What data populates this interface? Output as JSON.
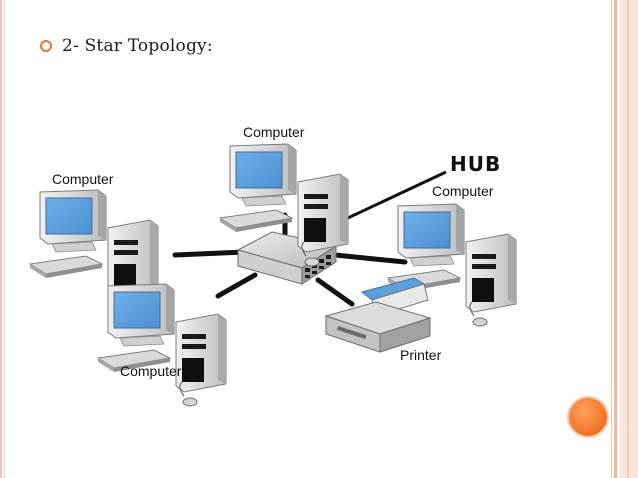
{
  "slide": {
    "bullet_text": "2- Star Topology:"
  },
  "diagram": {
    "hub_label": "HUB",
    "nodes": [
      {
        "label": "Computer"
      },
      {
        "label": "Computer"
      },
      {
        "label": "Computer"
      },
      {
        "label": "Computer"
      },
      {
        "label": "Printer"
      }
    ]
  },
  "colors": {
    "accent": "#f57c2f",
    "screen": "#5b9fdc",
    "case_light": "#e4e4e4",
    "case_dark": "#9a9a9a"
  },
  "icons": {
    "bullet": "hollow-circle-bullet-icon",
    "nav": "orange-circle-icon"
  }
}
